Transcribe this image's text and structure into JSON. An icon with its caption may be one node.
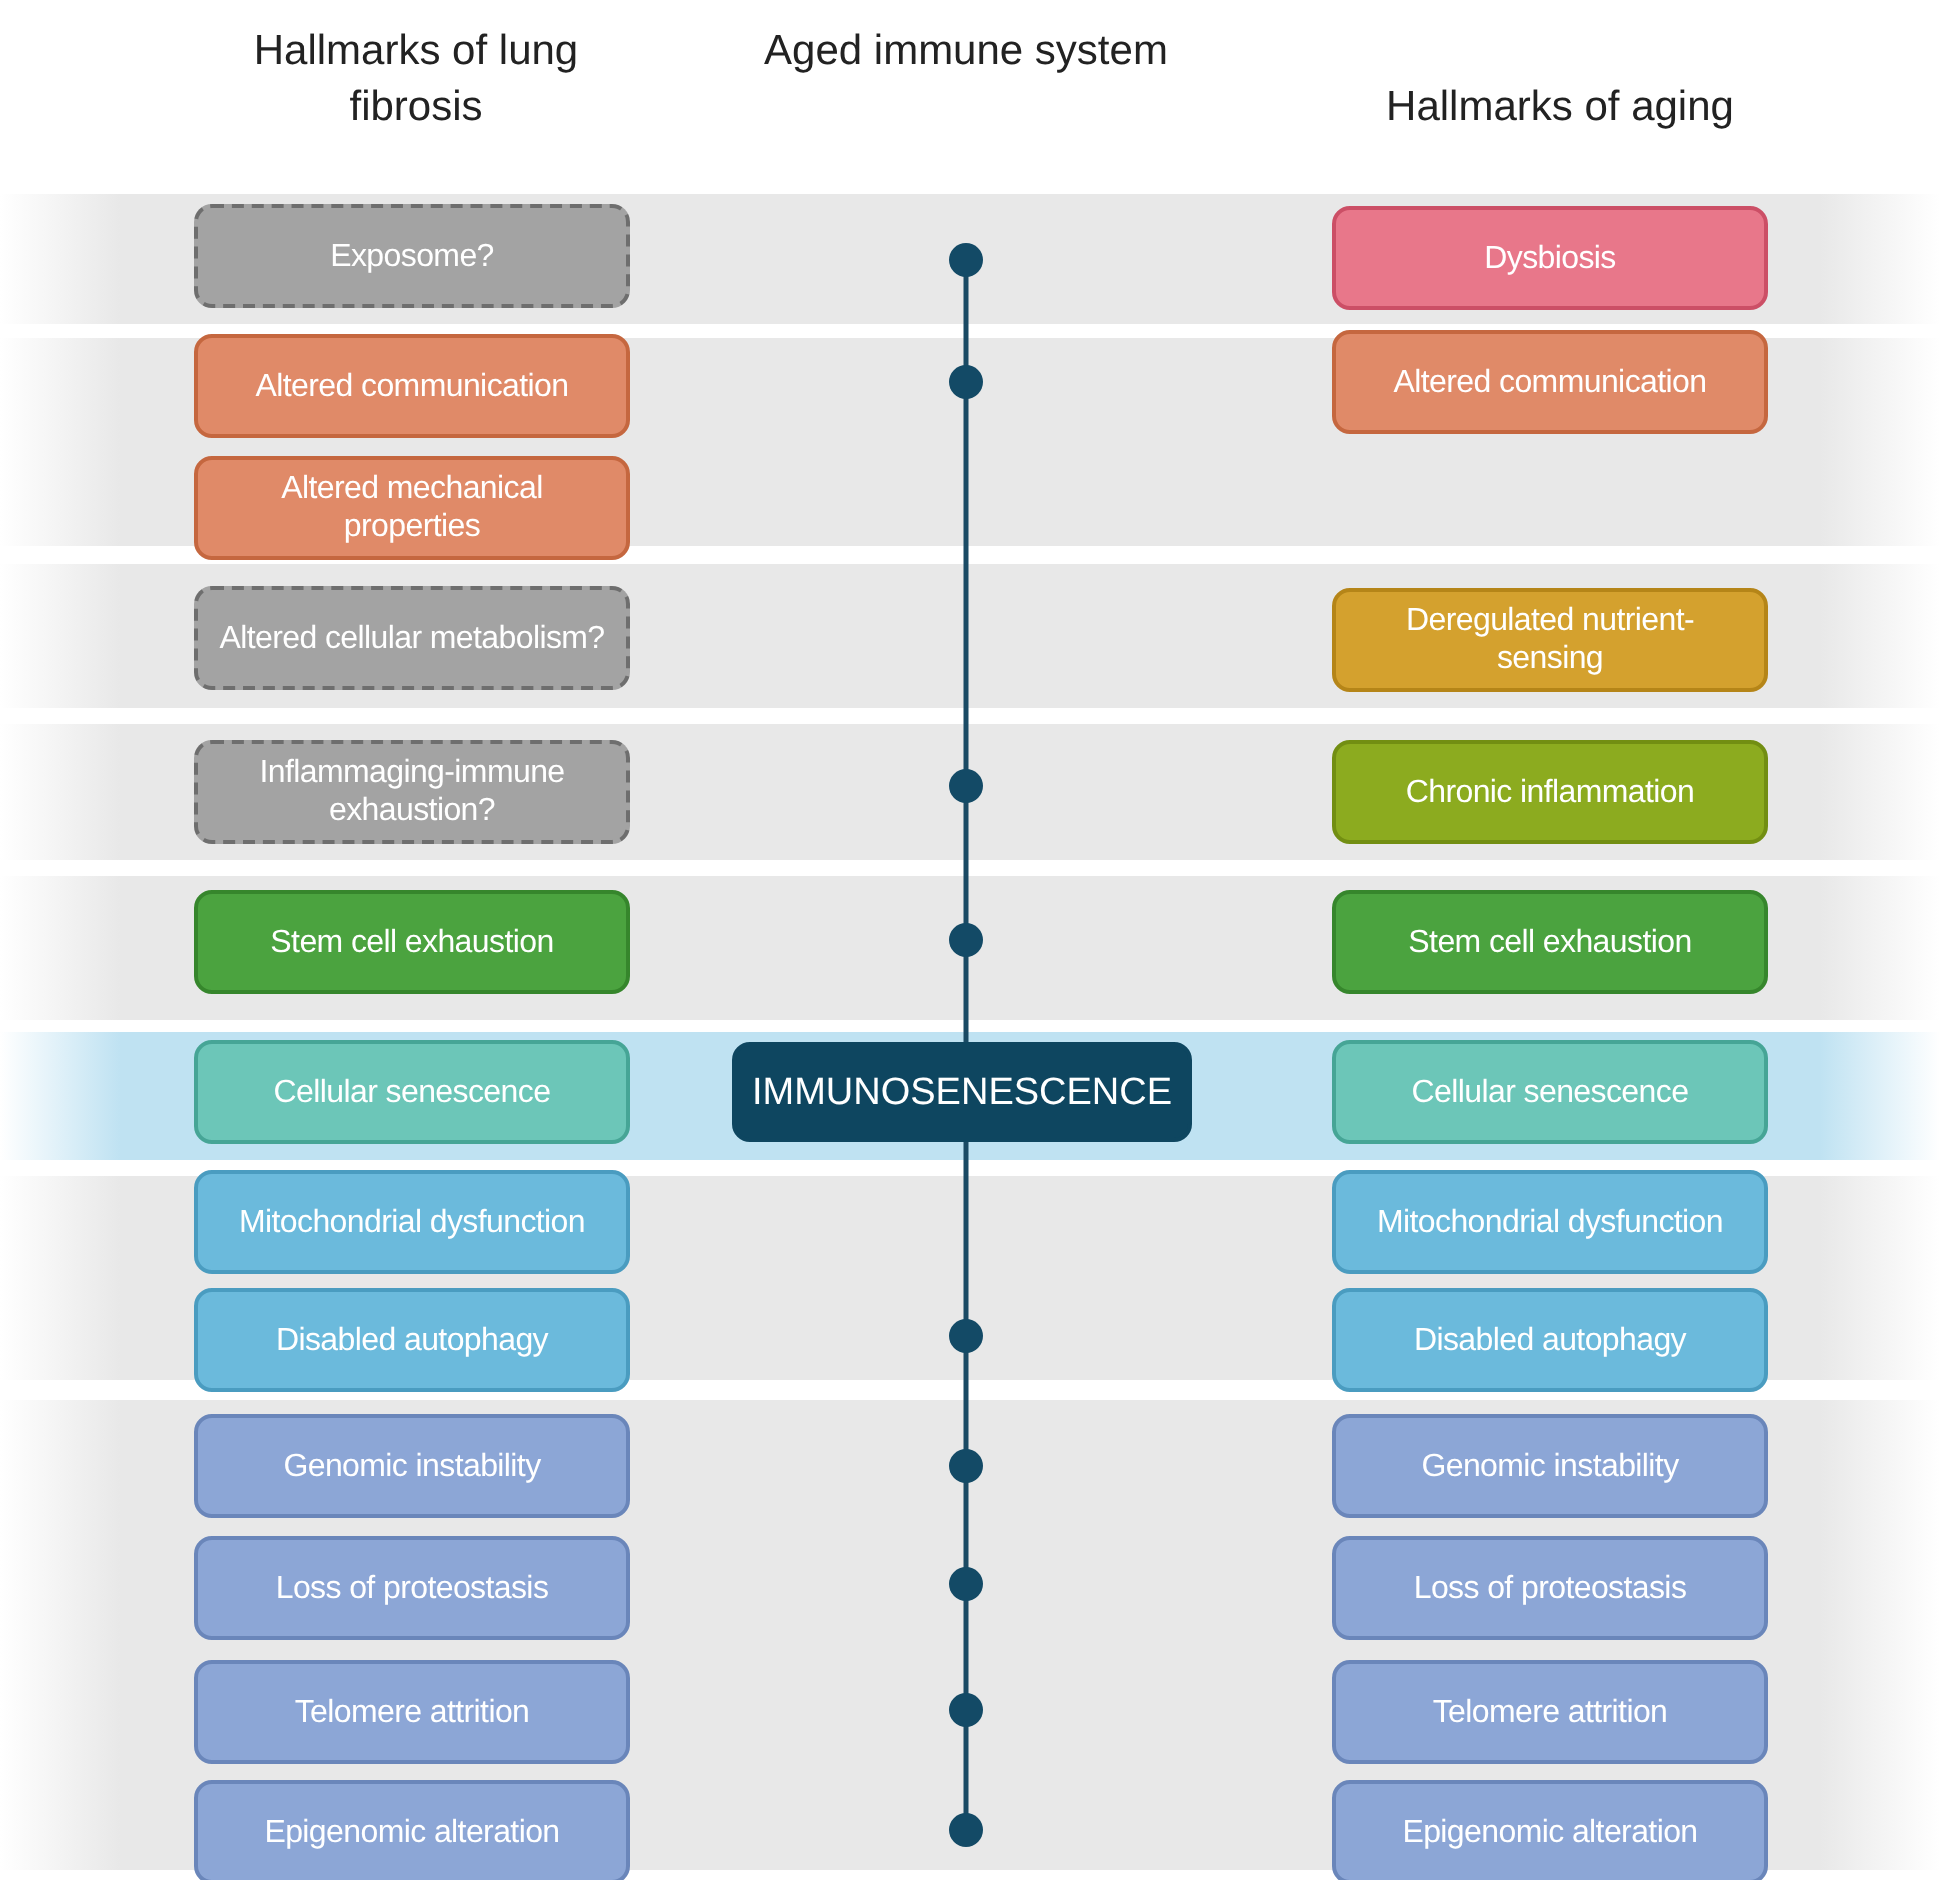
{
  "diagram": {
    "nodes": [
      {
        "text": [
          "Exposome?"
        ]
      },
      {
        "text": [
          "Altered communication"
        ]
      },
      {
        "text": [
          "Altered mechanical properties"
        ]
      },
      {
        "text": [
          "Altered cellular metabolism?"
        ]
      },
      {
        "text": [
          "Inflammaging-immune exhaustion?"
        ]
      },
      {
        "text": [
          "Stem cell exhaustion"
        ]
      },
      {
        "text": [
          "Cellular senescence"
        ]
      },
      {
        "text": [
          "Mitochondrial dysfunction"
        ]
      },
      {
        "text": [
          "Disabled autophagy"
        ]
      },
      {
        "text": [
          "Genomic instability"
        ]
      },
      {
        "text": [
          "Loss of proteostasis"
        ]
      },
      {
        "text": [
          "Telomere attrition"
        ]
      },
      {
        "text": [
          "Epigenomic alteration"
        ]
      },
      {
        "text": [
          "Dysbiosis"
        ]
      },
      {
        "text": [
          "Altered communication"
        ]
      },
      {
        "text": [
          "Deregulated nutrient-sensing"
        ]
      },
      {
        "text": [
          "Chronic inflammation"
        ]
      },
      {
        "text": [
          "Stem cell exhaustion"
        ]
      },
      {
        "text": [
          "Cellular senescence"
        ]
      },
      {
        "text": [
          "Mitochondrial dysfunction"
        ]
      },
      {
        "text": [
          "Disabled autophagy"
        ]
      },
      {
        "text": [
          "Genomic instability"
        ]
      },
      {
        "text": [
          "Loss of proteostasis"
        ]
      },
      {
        "text": [
          "Telomere attrition"
        ]
      },
      {
        "text": [
          "Epigenomic alteration"
        ]
      },
      {
        "text": [
          "IMMUNOSENESCENCE"
        ]
      }
    ],
    "labels": [
      "Hallmarks of lung fibrosis",
      "Aged immune system",
      "Hallmarks of aging"
    ]
  }
}
